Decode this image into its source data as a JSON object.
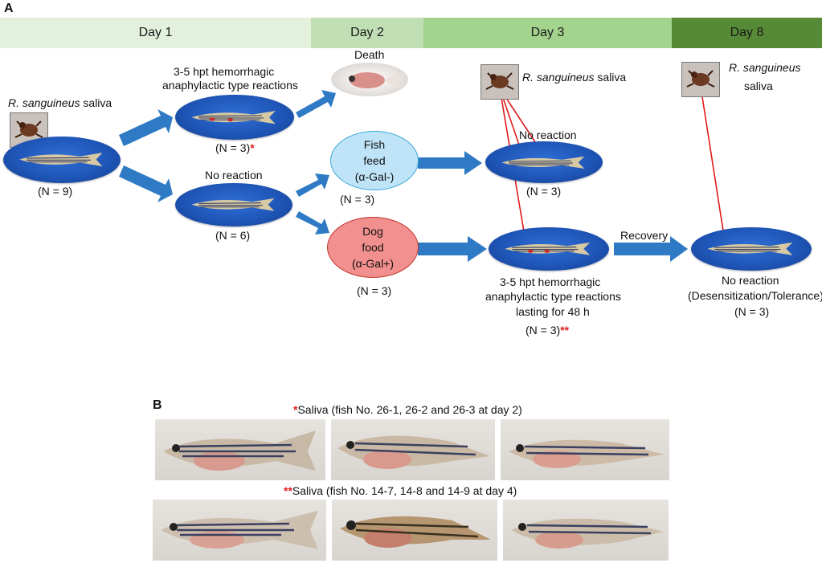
{
  "panel_a": {
    "letter": "A",
    "days": [
      "Day 1",
      "Day 2",
      "Day 3",
      "Day 8"
    ],
    "start": {
      "saliva_species": "R. sanguineus",
      "saliva_word": "saliva",
      "n": "(N = 9)"
    },
    "hemorrhagic_top": {
      "line1": "3-5 hpt hemorrhagic",
      "line2": "anaphylactic type reactions",
      "n": "(N = 3)",
      "star": "*"
    },
    "death": "Death",
    "no_reaction_day1": {
      "label": "No reaction",
      "n": "(N = 6)"
    },
    "fish_feed": {
      "line1": "Fish",
      "line2": "feed",
      "line3": "(α-Gal-)",
      "n": "(N = 3)"
    },
    "dog_food": {
      "line1": "Dog",
      "line2": "food",
      "line3": "(α-Gal+)",
      "n": "(N = 3)"
    },
    "day3_saliva": {
      "species": "R. sanguineus",
      "word": "saliva"
    },
    "day3_no_reaction": {
      "label": "No reaction",
      "n": "(N = 3)"
    },
    "day3_reaction": {
      "line1": "3-5 hpt hemorrhagic",
      "line2": "anaphylactic type reactions",
      "line3": "lasting for 48 h",
      "n": "(N = 3)",
      "star": "**"
    },
    "recovery": "Recovery",
    "day8_saliva": {
      "species": "R. sanguineus",
      "word": "saliva"
    },
    "day8_result": {
      "line1": "No reaction",
      "line2": "(Desensitization/Tolerance)",
      "n": "(N = 3)"
    }
  },
  "panel_b": {
    "letter": "B",
    "row1_caption": {
      "star": "*",
      "text": "Saliva (fish No. 26-1, 26-2 and 26-3 at day 2)"
    },
    "row2_caption": {
      "star": "**",
      "text": "Saliva (fish No. 14-7, 14-8 and 14-9 at day 4)"
    }
  },
  "colors": {
    "day1": "#e3f1dc",
    "day2": "#c1dfb4",
    "day3": "#a3d38c",
    "day8": "#578a37",
    "arrow": "#2f7ac4",
    "star": "#e01b1b",
    "tick_line": "#e01b1b",
    "fish_feed_fill": "#bfe4f7",
    "fish_feed_border": "#39a7d9",
    "dog_food_fill": "#f28f8f",
    "dog_food_border": "#c0392b"
  }
}
